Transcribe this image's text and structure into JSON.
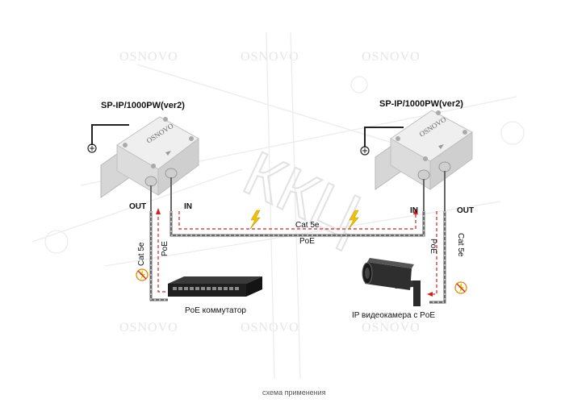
{
  "devices": {
    "left_title": "SP-IP/1000PW(ver2)",
    "right_title": "SP-IP/1000PW(ver2)",
    "brand": "OSNOVO"
  },
  "ports": {
    "left_out": "OUT",
    "left_in": "IN",
    "right_in": "IN",
    "right_out": "OUT"
  },
  "cables": {
    "center_cable": "Cat 5e",
    "center_poe": "PoE",
    "left_cable": "Cat 5e",
    "left_poe": "PoE",
    "right_poe": "PoE",
    "right_cable": "Cat 5e"
  },
  "equipment": {
    "switch_label": "PoE коммутатор",
    "camera_label": "IP видеокамера с PoE"
  },
  "caption": "схема применения",
  "watermark": {
    "brand": "OSNOVO",
    "overlay": "ККЦ"
  },
  "colors": {
    "poe_dash": "#d62020",
    "lightning": "#f2c300",
    "cable": "#6a6a6a",
    "enclosure": "#e3e3e3"
  }
}
